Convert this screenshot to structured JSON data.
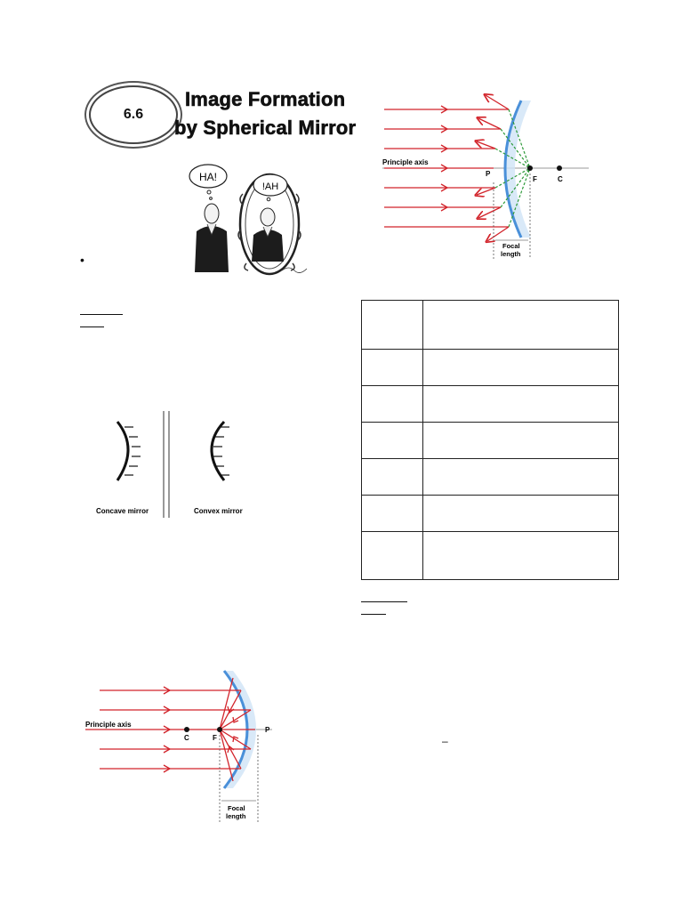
{
  "section": {
    "number": "6.6",
    "title_line1": "Image Formation",
    "title_line2": "by Spherical Mirror"
  },
  "cartoon": {
    "left_bubble": "HA!",
    "right_bubble": "!AH"
  },
  "bullet_char": "•",
  "mirrors_figure": {
    "concave_label": "Concave mirror",
    "convex_label": "Convex mirror"
  },
  "convex_diagram": {
    "principle_axis": "Principle axis",
    "point_p": "P",
    "point_f": "F",
    "point_c": "C",
    "focal_length": [
      "Focal",
      "length"
    ],
    "colors": {
      "rays": "#d2232a",
      "mirror": "#4a90d9",
      "virtual_rays": "#2e9a3a",
      "hatch": "#b9d7ef"
    }
  },
  "concave_diagram": {
    "principle_axis": "Principle axis",
    "point_c": "C",
    "point_f": "F",
    "point_p": "P",
    "focal_length": [
      "Focal",
      "length"
    ]
  },
  "table": {
    "rows": 7,
    "cells": []
  },
  "stray_dash": "–"
}
